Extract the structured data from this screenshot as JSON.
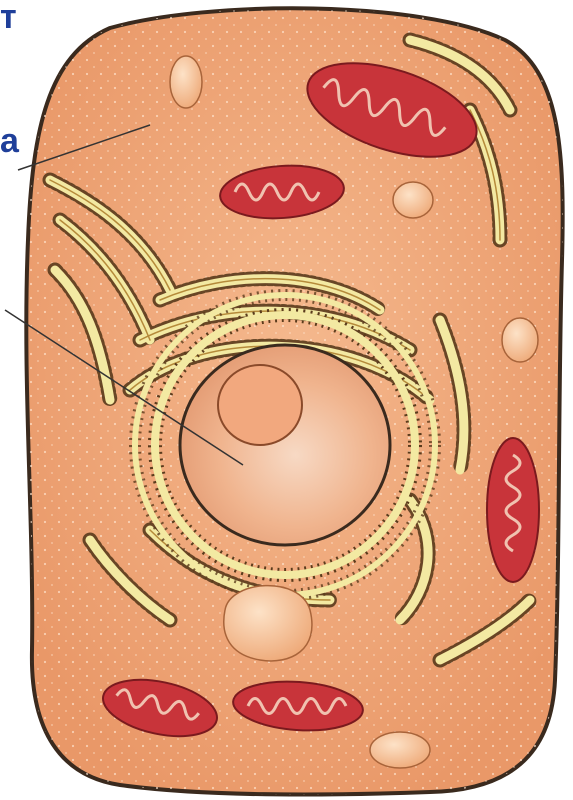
{
  "labels": {
    "top_fragment": "т",
    "middle_fragment": "а"
  },
  "colors": {
    "label_text": "#1f3f9a",
    "cytoplasm": "#f0a878",
    "membrane": "#3a2a1e",
    "mitochondrion": "#c8343a",
    "er": "#f3e9a2",
    "nucleus": "#f0b48e",
    "vesicle": "#f6c79e"
  },
  "icons": [
    "cell-membrane",
    "mitochondrion",
    "rough-er",
    "nucleus",
    "nucleolus",
    "vesicle",
    "pointer-line"
  ]
}
